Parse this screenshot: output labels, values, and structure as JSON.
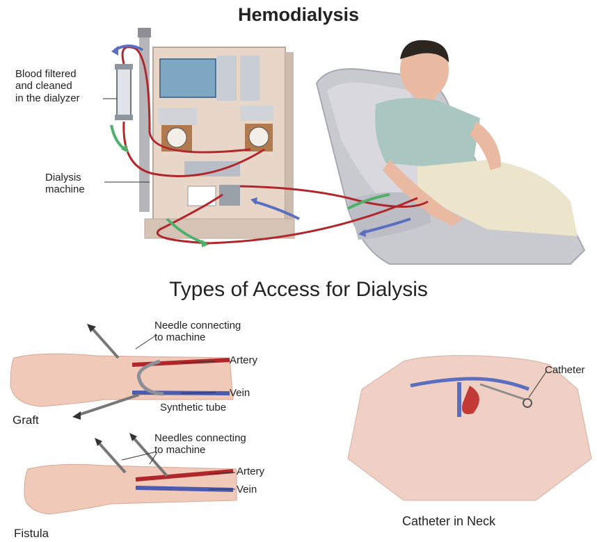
{
  "title": "Hemodialysis",
  "subtitle": "Types of Access for Dialysis",
  "labels": {
    "dialyzer_line1": "Blood filtered",
    "dialyzer_line2": "and cleaned",
    "dialyzer_line3": "in the dialyzer",
    "machine_line1": "Dialysis",
    "machine_line2": "machine",
    "graft_needle_line1": "Needle connecting",
    "graft_needle_line2": "to machine",
    "graft_artery": "Artery",
    "graft_vein": "Vein",
    "graft_tube": "Synthetic tube",
    "graft": "Graft",
    "fistula_needle_line1": "Needles connecting",
    "fistula_needle_line2": "to machine",
    "fistula_artery": "Artery",
    "fistula_vein": "Vein",
    "fistula": "Fistula",
    "catheter": "Catheter",
    "catheter_neck": "Catheter in Neck"
  },
  "colors": {
    "blood_red": "#b0262b",
    "flow_blue": "#5a6fc0",
    "flow_green": "#4fb06a",
    "machine_body": "#e8d6c8",
    "chair": "#c9c9d0",
    "skin": "#f0c9b8",
    "shirt": "#a9c7c0"
  }
}
